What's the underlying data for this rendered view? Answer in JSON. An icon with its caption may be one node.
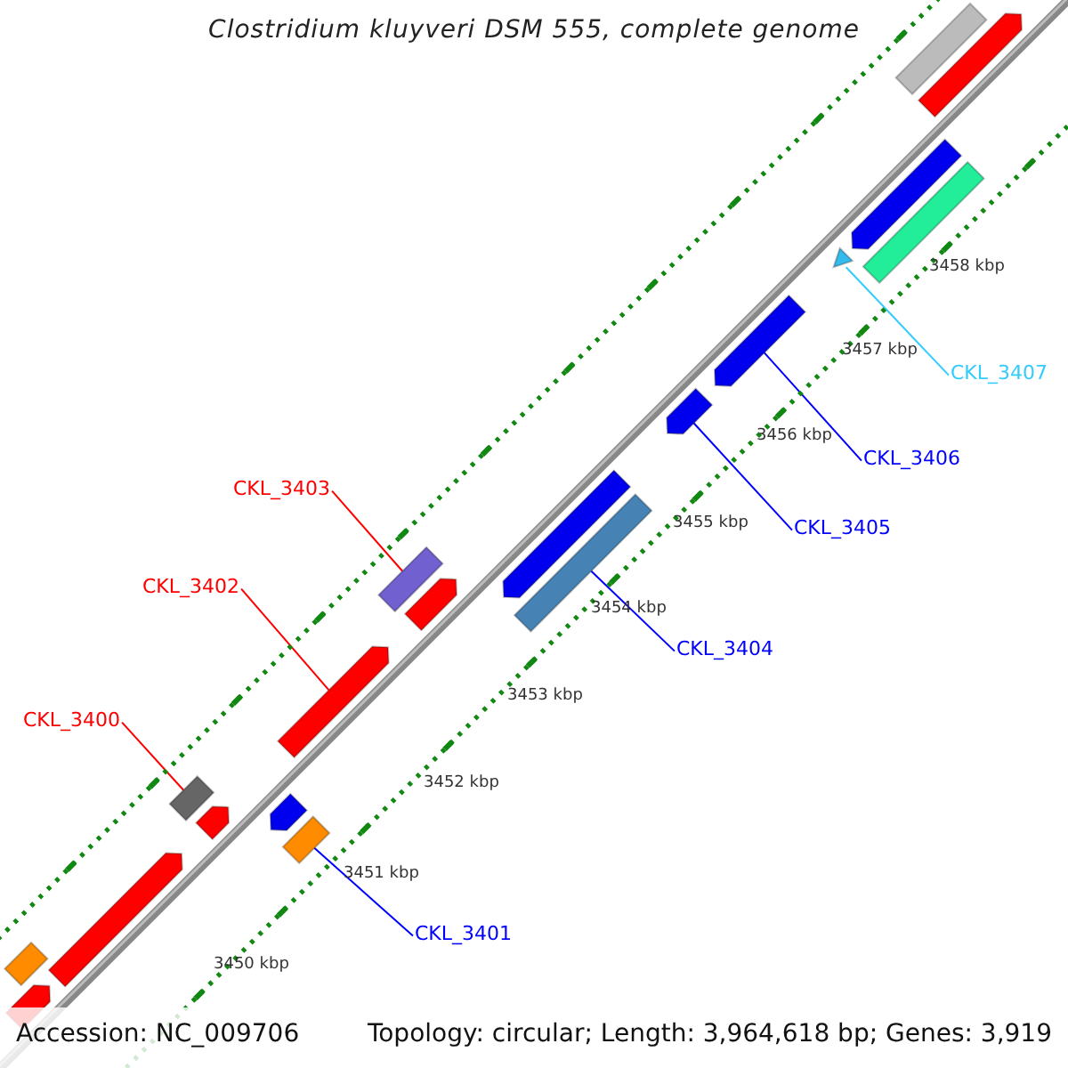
{
  "diagram": {
    "title": "Clostridium kluyveri DSM 555, complete genome",
    "nodes": [
      {
        "text": [
          "CKL_3407"
        ]
      },
      {
        "text": [
          "CKL_3406"
        ]
      },
      {
        "text": [
          "CKL_3403"
        ]
      },
      {
        "text": [
          "CKL_3405"
        ]
      },
      {
        "text": [
          "CKL_3402"
        ]
      },
      {
        "text": [
          "CKL_3404"
        ]
      },
      {
        "text": [
          "CKL_3400"
        ]
      },
      {
        "text": [
          "CKL_3401"
        ]
      },
      {
        "text": [],
        "shape": "bar"
      },
      {
        "text": [],
        "shape": "bar"
      },
      {
        "text": [],
        "shape": "bar"
      },
      {
        "text": [],
        "shape": "bar"
      },
      {
        "text": [],
        "shape": "bar"
      },
      {
        "text": [],
        "shape": "bar"
      },
      {
        "text": [],
        "shape": "bar"
      },
      {
        "text": [],
        "shape": "bar"
      },
      {
        "text": [],
        "shape": "bar"
      },
      {
        "text": [],
        "shape": "bar"
      },
      {
        "text": [],
        "shape": "bar"
      },
      {
        "text": [],
        "shape": "bar"
      },
      {
        "text": [],
        "shape": "bar"
      },
      {
        "text": [],
        "shape": "bar"
      },
      {
        "text": [],
        "shape": "bar"
      },
      {
        "text": [],
        "shape": "bar"
      },
      {
        "text": [],
        "shape": "bar"
      },
      {
        "text": [],
        "shape": "bar"
      },
      {
        "text": [],
        "shape": "bar"
      }
    ],
    "edges": [
      {
        "from": 0,
        "to": 22,
        "arrow": "none",
        "color": "#33ccff"
      },
      {
        "from": 1,
        "to": 21,
        "arrow": "none"
      },
      {
        "from": 2,
        "to": 16,
        "arrow": "none",
        "color": "#ff0000"
      },
      {
        "from": 3,
        "to": 20,
        "arrow": "none"
      },
      {
        "from": 4,
        "to": 14,
        "arrow": "none",
        "color": "#ff0000"
      },
      {
        "from": 5,
        "to": 19,
        "arrow": "none"
      },
      {
        "from": 6,
        "to": 11,
        "arrow": "none",
        "color": "#ff0000"
      },
      {
        "from": 7,
        "to": 15,
        "arrow": "none"
      }
    ],
    "labels": [
      "3458 kbp",
      "3457 kbp",
      "3456 kbp",
      "3455 kbp",
      "3454 kbp",
      "3453 kbp",
      "3452 kbp",
      "3451 kbp",
      "3450 kbp",
      "Accession: NC_009706",
      "Topology: circular; Length: 3,964,618 bp; Genes: 3,919"
    ]
  }
}
